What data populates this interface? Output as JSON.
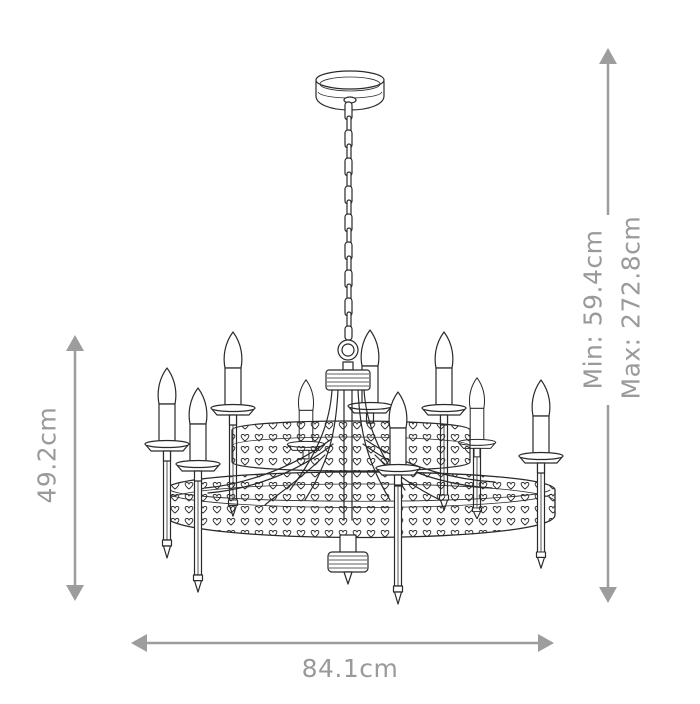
{
  "diagram": {
    "subject": "Chandelier product dimension drawing",
    "dimensions": {
      "height_body": "49.2cm",
      "width": "84.1cm",
      "drop_min": "Min: 59.4cm",
      "drop_max": "Max: 272.8cm"
    },
    "colors": {
      "dimension_lines": "#9d9d9d",
      "dimension_text": "#9a9a9a",
      "line_art": "#2a2a2a",
      "background": "#ffffff"
    },
    "parts": {
      "ceiling_rose": "ceiling-canopy",
      "chain": "suspension-chain",
      "candles_count": 9,
      "rings": 2
    }
  }
}
